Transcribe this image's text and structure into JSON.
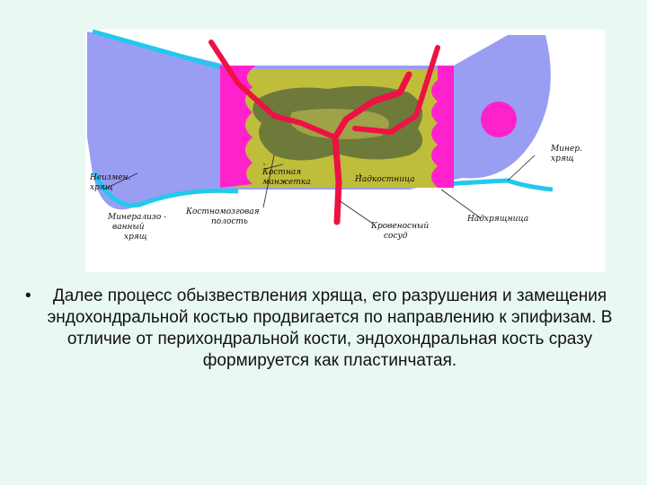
{
  "diagram": {
    "labels": {
      "unchanged_cartilage": [
        "Неизмен.",
        "хрящ"
      ],
      "bone_cuff": [
        "Костная",
        "манжетка"
      ],
      "periosteum": "Надкостница",
      "mineralized_cartilage_right": [
        "Минер.",
        "хрящ"
      ],
      "mineralized_cartilage_left": [
        "Минерализо -",
        "ванный",
        "хрящ"
      ],
      "marrow_cavity": [
        "Костномозговая",
        "полость"
      ],
      "blood_vessel": [
        "Кровеносный",
        "сосуд"
      ],
      "perichondrium": "Надхрящница"
    },
    "colors": {
      "cartilage": "#9a9ef2",
      "bone_cuff": "#c0bd3a",
      "mineralized": "#ff22cc",
      "perichondrium": "#22c8ee",
      "cavity": "#6e7a3a",
      "vessel": "#ee1144"
    }
  },
  "caption": {
    "bullet": "•",
    "text": "Далее процесс обызвествления хряща, его разрушения и замещения эндохондральной костью продвигается по направлению к эпифизам. В отличие от перихондральной кости, эндохондральная кость сразу формируется как пластинчатая."
  }
}
